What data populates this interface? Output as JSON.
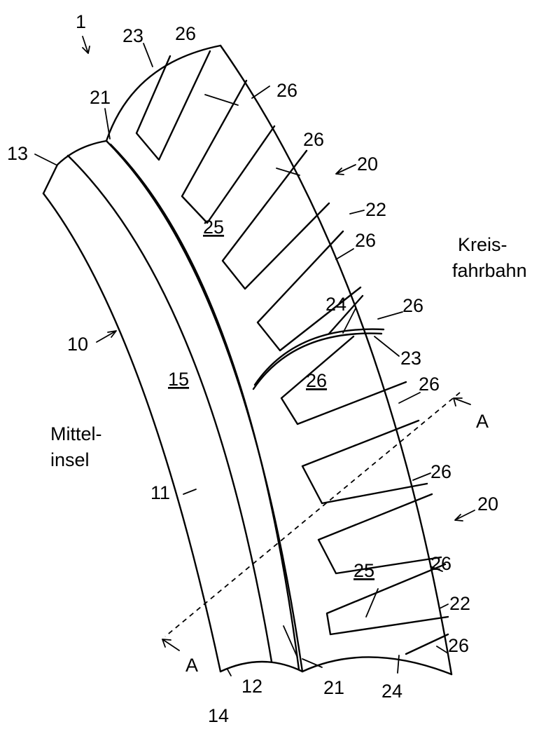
{
  "labels": {
    "r1": "1",
    "r10": "10",
    "r11": "11",
    "r12": "12",
    "r13": "13",
    "r14": "14",
    "r15": "15",
    "r20": "20",
    "r21": "21",
    "r22": "22",
    "r23": "23",
    "r24": "24",
    "r25": "25",
    "r26": "26",
    "section": "A"
  },
  "text": {
    "kreis_1": "Kreis-",
    "kreis_2": "fahrbahn",
    "mittel_1": "Mittel-",
    "mittel_2": "insel"
  }
}
